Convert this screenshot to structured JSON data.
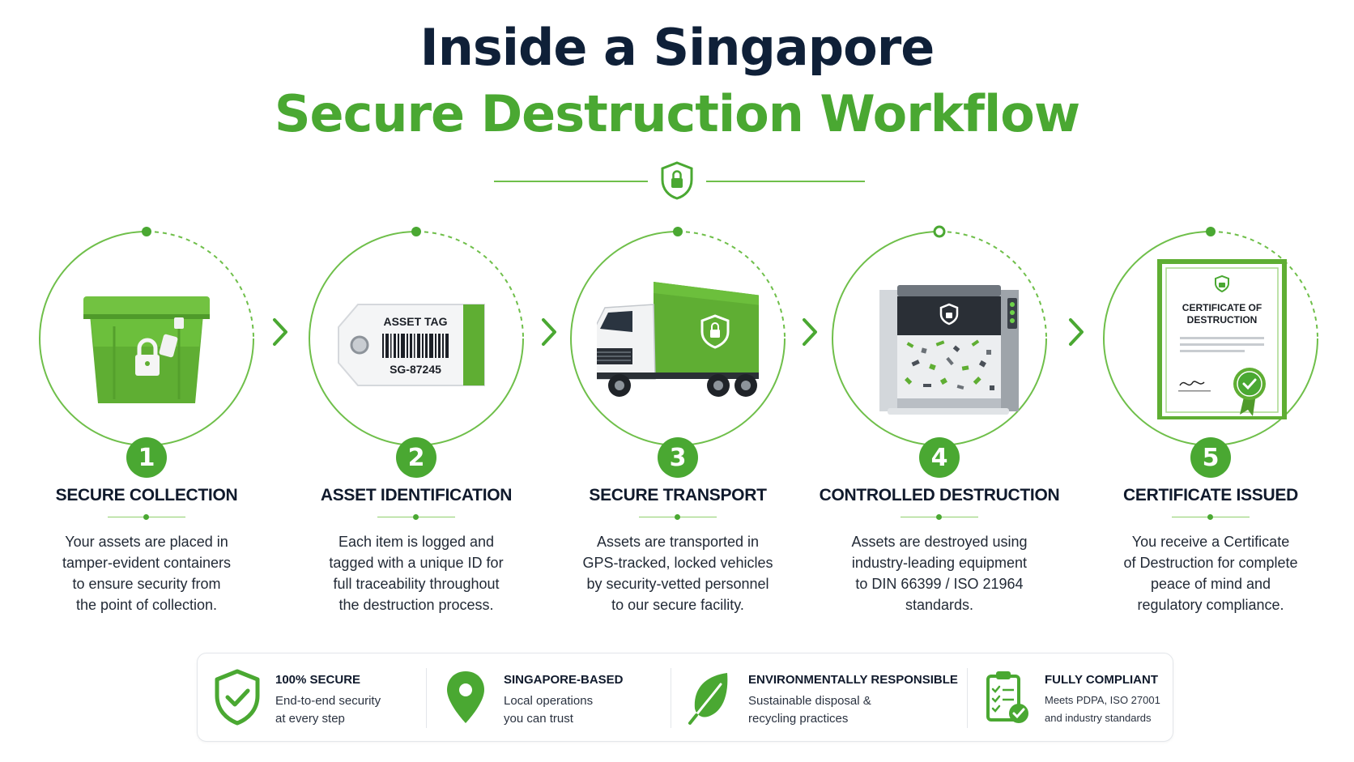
{
  "title": {
    "line1": "Inside a Singapore",
    "line2": "Secure Destruction Workflow"
  },
  "colors": {
    "brand_green": "#4aa832",
    "navy": "#0f2038"
  },
  "steps": [
    {
      "number": "1",
      "title": "SECURE COLLECTION",
      "desc": [
        "Your assets are placed in",
        "tamper-evident containers",
        "to ensure security from",
        "the point of collection."
      ],
      "icon": "container-lock-icon"
    },
    {
      "number": "2",
      "title": "ASSET IDENTIFICATION",
      "desc": [
        "Each item is logged and",
        "tagged with a unique ID for",
        "full traceability throughout",
        "the destruction process."
      ],
      "icon": "asset-tag-icon",
      "tag_label": "ASSET TAG",
      "tag_id": "SG-87245"
    },
    {
      "number": "3",
      "title": "SECURE TRANSPORT",
      "desc": [
        "Assets are transported in",
        "GPS-tracked, locked vehicles",
        "by security-vetted personnel",
        "to our secure facility."
      ],
      "icon": "truck-icon"
    },
    {
      "number": "4",
      "title": "CONTROLLED DESTRUCTION",
      "desc": [
        "Assets are destroyed using",
        "industry-leading equipment",
        "to DIN 66399 / ISO 21964",
        "standards."
      ],
      "icon": "shredder-icon"
    },
    {
      "number": "5",
      "title": "CERTIFICATE ISSUED",
      "desc": [
        "You receive a Certificate",
        "of Destruction for complete",
        "peace of mind and",
        "regulatory compliance."
      ],
      "icon": "certificate-icon",
      "cert_title": [
        "CERTIFICATE OF",
        "DESTRUCTION"
      ]
    }
  ],
  "features": [
    {
      "title": "100% SECURE",
      "line1": "End-to-end security",
      "line2": "at every step",
      "icon": "shield-check-icon"
    },
    {
      "title": "SINGAPORE-BASED",
      "line1": "Local operations",
      "line2": "you can trust",
      "icon": "location-pin-icon"
    },
    {
      "title": "ENVIRONMENTALLY RESPONSIBLE",
      "line1": "Sustainable disposal &",
      "line2": "recycling practices",
      "icon": "leaf-icon"
    },
    {
      "title": "FULLY COMPLIANT",
      "line1": "Meets PDPA, ISO 27001",
      "line2": "and industry standards",
      "icon": "clipboard-check-icon"
    }
  ]
}
